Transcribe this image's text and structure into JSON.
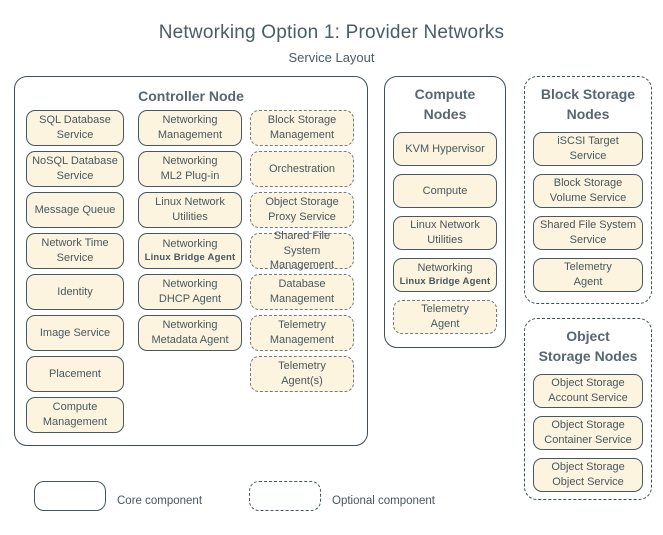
{
  "header": {
    "title": "Networking Option 1: Provider Networks",
    "subtitle": "Service Layout"
  },
  "controller": {
    "title": "Controller Node",
    "columns": [
      {
        "name": "column-1",
        "items": [
          {
            "l1": "SQL Database",
            "l2": "Service",
            "optional": false
          },
          {
            "l1": "NoSQL Database",
            "l2": "Service",
            "optional": false
          },
          {
            "l1": "Message Queue",
            "l2": "",
            "optional": false
          },
          {
            "l1": "Network Time",
            "l2": "Service",
            "optional": false
          },
          {
            "l1": "Identity",
            "l2": "",
            "optional": false
          },
          {
            "l1": "Image Service",
            "l2": "",
            "optional": false
          },
          {
            "l1": "Placement",
            "l2": "",
            "optional": false
          },
          {
            "l1": "Compute",
            "l2": "Management",
            "optional": false
          }
        ]
      },
      {
        "name": "column-2",
        "items": [
          {
            "l1": "Networking",
            "l2": "Management",
            "optional": false
          },
          {
            "l1": "Networking",
            "l2": "ML2 Plug-in",
            "optional": false
          },
          {
            "l1": "Linux Network",
            "l2": "Utilities",
            "optional": false
          },
          {
            "l1": "Networking",
            "l2": "Linux Bridge Agent",
            "optional": false,
            "small2": true
          },
          {
            "l1": "Networking",
            "l2": "DHCP Agent",
            "optional": false
          },
          {
            "l1": "Networking",
            "l2": "Metadata Agent",
            "optional": false
          }
        ]
      },
      {
        "name": "column-3",
        "items": [
          {
            "l1": "Block Storage",
            "l2": "Management",
            "optional": true
          },
          {
            "l1": "Orchestration",
            "l2": "",
            "optional": true
          },
          {
            "l1": "Object Storage",
            "l2": "Proxy Service",
            "optional": true
          },
          {
            "l1": "Shared File System",
            "l2": "Management",
            "optional": true
          },
          {
            "l1": "Database",
            "l2": "Management",
            "optional": true
          },
          {
            "l1": "Telemetry",
            "l2": "Management",
            "optional": true
          },
          {
            "l1": "Telemetry",
            "l2": "Agent(s)",
            "optional": true
          }
        ]
      }
    ]
  },
  "compute": {
    "title_line1": "Compute",
    "title_line2": "Nodes",
    "items": [
      {
        "l1": "KVM Hypervisor",
        "l2": "",
        "optional": false
      },
      {
        "l1": "Compute",
        "l2": "",
        "optional": false
      },
      {
        "l1": "Linux Network",
        "l2": "Utilities",
        "optional": false
      },
      {
        "l1": "Networking",
        "l2": "Linux Bridge Agent",
        "optional": false,
        "small2": true
      },
      {
        "l1": "Telemetry",
        "l2": "Agent",
        "optional": true
      }
    ]
  },
  "block_storage": {
    "title_line1": "Block Storage",
    "title_line2": "Nodes",
    "optional_panel": true,
    "items": [
      {
        "l1": "iSCSI Target",
        "l2": "Service",
        "optional": false
      },
      {
        "l1": "Block Storage",
        "l2": "Volume Service",
        "optional": false
      },
      {
        "l1": "Shared File System",
        "l2": "Service",
        "optional": false
      },
      {
        "l1": "Telemetry",
        "l2": "Agent",
        "optional": false
      }
    ]
  },
  "object_storage": {
    "title_line1": "Object",
    "title_line2": "Storage Nodes",
    "optional_panel": true,
    "items": [
      {
        "l1": "Object Storage",
        "l2": "Account Service",
        "optional": false
      },
      {
        "l1": "Object Storage",
        "l2": "Container Service",
        "optional": false
      },
      {
        "l1": "Object Storage",
        "l2": "Object Service",
        "optional": false
      }
    ]
  },
  "legend": {
    "core_label": "Core component",
    "optional_label": "Optional component"
  },
  "colors": {
    "box_fill": "#fdf4e0",
    "border": "#46575f",
    "text": "#46575f",
    "background": "#ffffff"
  }
}
